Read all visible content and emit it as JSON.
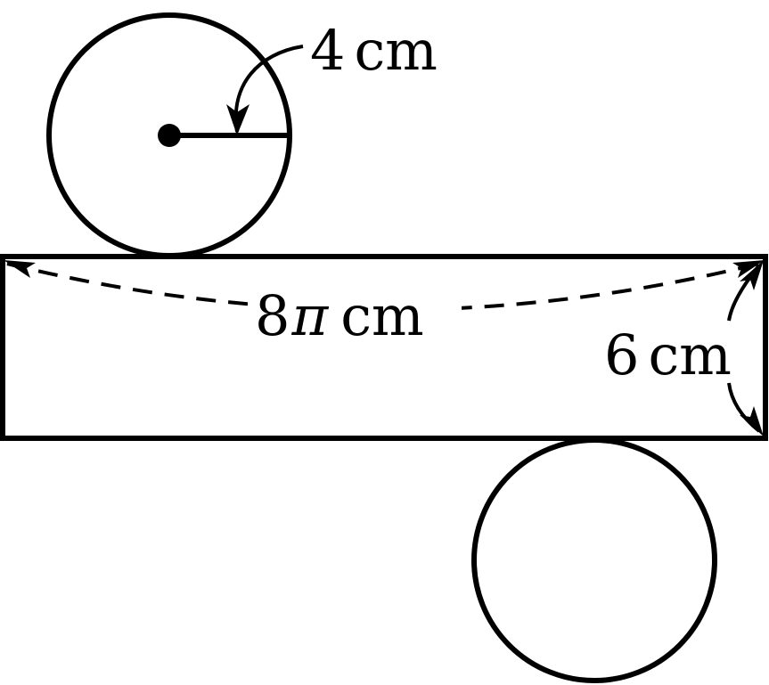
{
  "figure": {
    "labels": {
      "radius": {
        "value": "4",
        "unit": "cm"
      },
      "length": {
        "value": "8",
        "symbol": "π",
        "unit": "cm"
      },
      "height": {
        "value": "6",
        "unit": "cm"
      }
    },
    "colors": {
      "stroke": "#000000",
      "background": "#ffffff"
    }
  }
}
